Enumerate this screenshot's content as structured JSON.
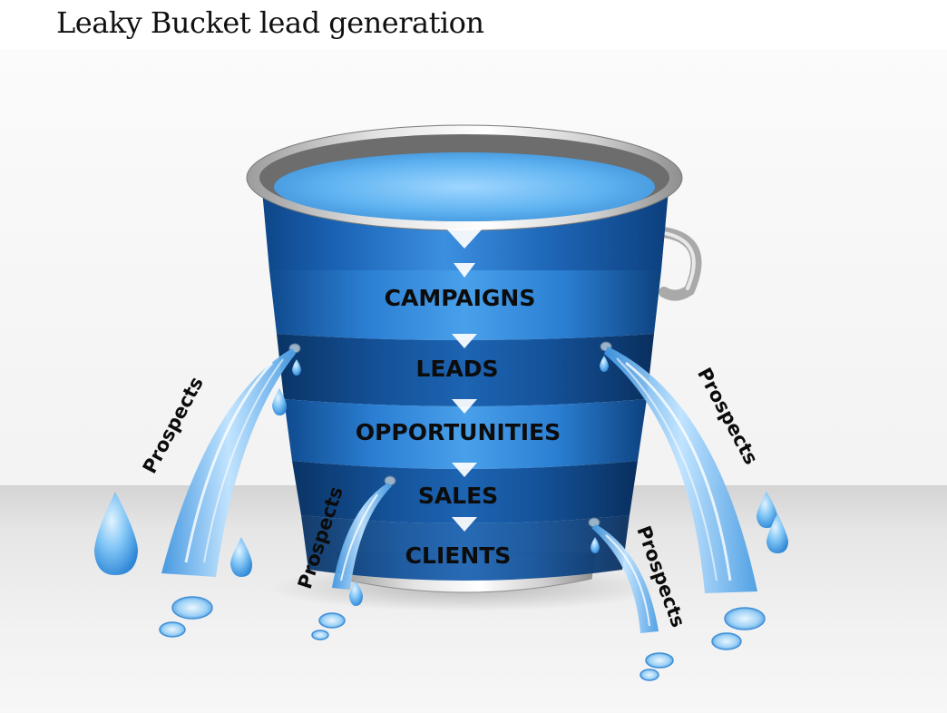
{
  "title": "Leaky Bucket lead generation",
  "stages": [
    "CAMPAIGNS",
    "LEADS",
    "OPPORTUNITIES",
    "SALES",
    "CLIENTS"
  ],
  "leak_label": "Prospects",
  "colors": {
    "bucket_blue": "#1d63b7",
    "band_light": "#2a86dc",
    "band_dark": "#0f4e94",
    "water": "#5fb3f1",
    "rim_silver": "#c9c9c9",
    "text": "#0c0c0c"
  }
}
